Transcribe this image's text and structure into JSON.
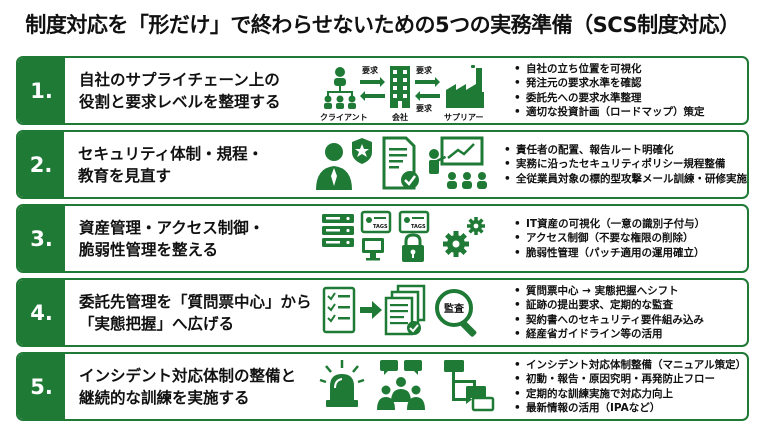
{
  "title": "制度対応を「形だけ」で終わらせないための5つの実務準備（SCS制度対応）",
  "colors": {
    "accent": "#1f7a36",
    "text": "#111111",
    "background": "#ffffff"
  },
  "steps": [
    {
      "number": "1.",
      "heading": [
        "自社のサプライチェーン上の",
        "役割と要求レベルを整理する"
      ],
      "icons": [
        "client-group-icon",
        "company-building-icon",
        "supplier-factory-icon",
        "arrow-icon"
      ],
      "icon_labels": {
        "client": "クライアント",
        "company": "会社",
        "supplier": "サプリアー",
        "request": "要求"
      },
      "bullets": [
        "自社の立ち位置を可視化",
        "発注元の要求水準を確認",
        "委託先への要求水準整理",
        "適切な投資計画（ロードマップ）策定"
      ]
    },
    {
      "number": "2.",
      "heading": [
        "セキュリティ体制・規程・",
        "教育を見直す"
      ],
      "icons": [
        "security-officer-icon",
        "policy-document-icon",
        "training-presentation-icon"
      ],
      "bullets": [
        "責任者の配置、報告ルート明確化",
        "実務に沿ったセキュリティポリシー規程整備",
        "全従業員対象の標的型攻撃メール訓練・研修実施"
      ]
    },
    {
      "number": "3.",
      "heading": [
        "資産管理・アクセス制御・",
        "脆弱性管理を整える"
      ],
      "icons": [
        "server-icon",
        "monitor-icon",
        "asset-tag-icon",
        "lock-icon",
        "gear-icon"
      ],
      "icon_labels": {
        "tag": "TAGS"
      },
      "bullets": [
        "IT資産の可視化（一意の識別子付与）",
        "アクセス制御（不要な権限の削除）",
        "脆弱性管理（パッチ適用の運用確立）"
      ]
    },
    {
      "number": "4.",
      "heading": [
        "委託先管理を「質問票中心」から",
        "「実態把握」へ広げる"
      ],
      "icons": [
        "checklist-icon",
        "arrow-icon",
        "documents-icon",
        "audit-magnifier-icon"
      ],
      "icon_labels": {
        "audit": "監査"
      },
      "bullets": [
        "質問票中心 → 実態把握へシフト",
        "証跡の提出要求、定期的な監査",
        "契約書へのセキュリティ要件組み込み",
        "経産省ガイドライン等の活用"
      ]
    },
    {
      "number": "5.",
      "heading": [
        "インシデント対応体制の整備と",
        "継続的な訓練を実施する"
      ],
      "icons": [
        "alarm-light-icon",
        "team-discussion-icon",
        "flowchart-icon"
      ],
      "bullets": [
        "インシデント対応体制整備（マニュアル策定）",
        "初動・報告・原因究明・再発防止フロー",
        "定期的な訓練実施で対応力向上",
        "最新情報の活用（IPAなど）"
      ]
    }
  ]
}
